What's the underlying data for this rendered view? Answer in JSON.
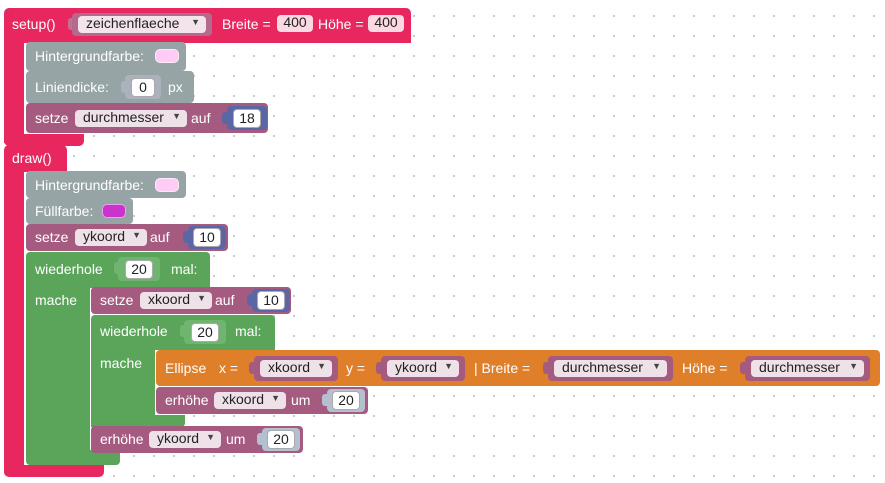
{
  "colors": {
    "setup_block": "#e8275e",
    "grey_block": "#97a4a5",
    "variable_block": "#a55b80",
    "loop_block": "#5ba55b",
    "ellipse_block": "#e07f2a",
    "number_block": "#5b67a5",
    "background_swatch": "#ffccf5",
    "fill_swatch": "#cc33cc"
  },
  "setup": {
    "label": "setup()",
    "canvas_var": "zeichenflaeche",
    "width_label": "Breite =",
    "width_value": "400",
    "height_label": "Höhe =",
    "height_value": "400",
    "background_label": "Hintergrundfarbe:",
    "stroke_label": "Liniendicke:",
    "stroke_value": "0",
    "stroke_unit": "px",
    "set_label": "setze",
    "set_var": "durchmesser",
    "set_to": "auf",
    "set_value": "18"
  },
  "draw": {
    "label": "draw()",
    "background_label": "Hintergrundfarbe:",
    "fill_label": "Füllfarbe:",
    "set_label": "setze",
    "set_var": "ykoord",
    "set_to": "auf",
    "set_value": "10",
    "loop_label": "wiederhole",
    "loop_count": "20",
    "loop_times": "mal:",
    "loop_do": "mache",
    "inner_set_label": "setze",
    "inner_set_var": "xkoord",
    "inner_set_to": "auf",
    "inner_set_value": "10",
    "inner_loop_label": "wiederhole",
    "inner_loop_count": "20",
    "inner_loop_times": "mal:",
    "inner_loop_do": "mache",
    "ellipse_label": "Ellipse",
    "ellipse_x_label": "x =",
    "ellipse_x_var": "xkoord",
    "ellipse_y_label": "y =",
    "ellipse_y_var": "ykoord",
    "ellipse_w_label": "| Breite =",
    "ellipse_w_var": "durchmesser",
    "ellipse_h_label": "Höhe =",
    "ellipse_h_var": "durchmesser",
    "inc_x_label": "erhöhe",
    "inc_x_var": "xkoord",
    "inc_x_by": "um",
    "inc_x_value": "20",
    "inc_y_label": "erhöhe",
    "inc_y_var": "ykoord",
    "inc_y_by": "um",
    "inc_y_value": "20"
  }
}
